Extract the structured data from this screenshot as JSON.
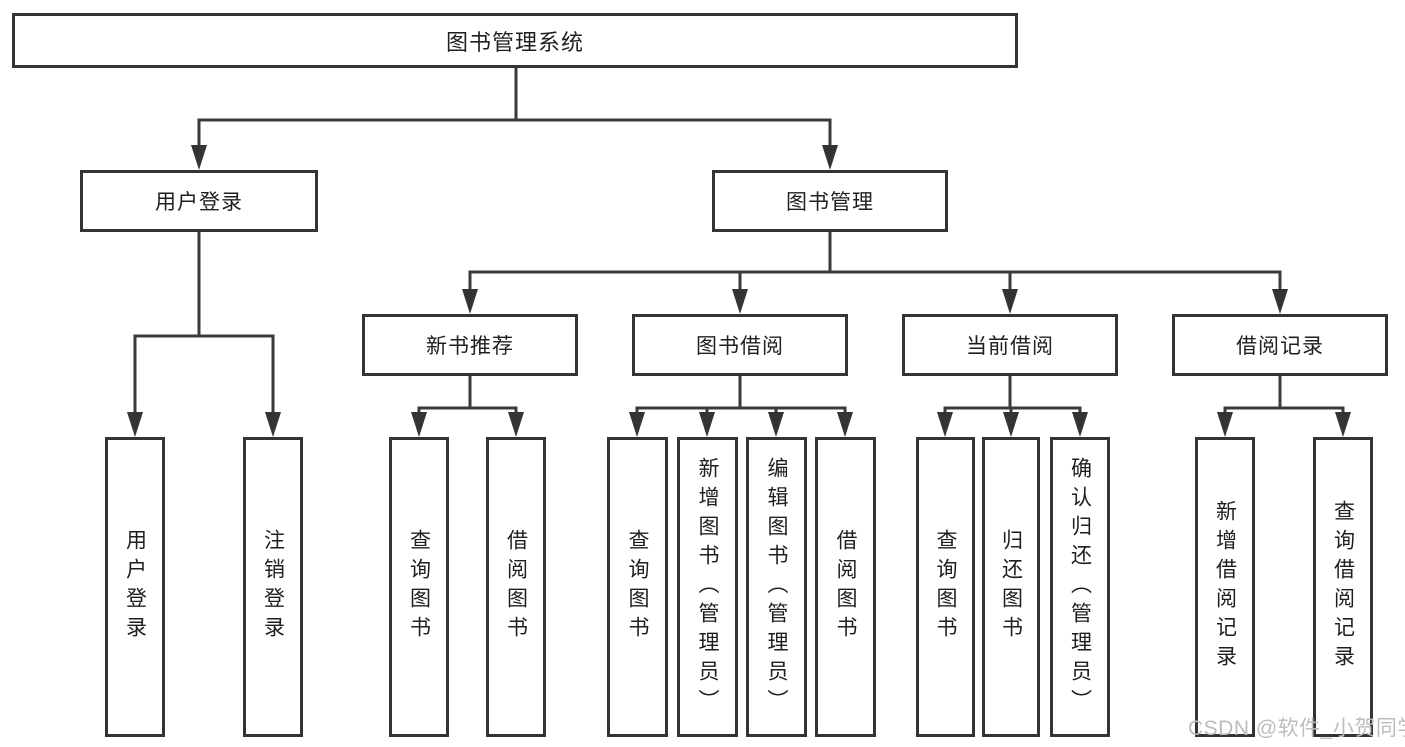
{
  "diagram": {
    "type": "tree",
    "title": "图书管理系统",
    "colors": {
      "background": "#ffffff",
      "line": "#3a3a3a",
      "box_border": "#343434",
      "text": "#1f1f1f",
      "watermark_text": "#bdbdbd"
    },
    "tree": {
      "label": "图书管理系统",
      "children": [
        {
          "label": "用户登录",
          "children": [
            {
              "label": "用户登录"
            },
            {
              "label": "注销登录"
            }
          ]
        },
        {
          "label": "图书管理",
          "children": [
            {
              "label": "新书推荐",
              "children": [
                {
                  "label": "查询图书"
                },
                {
                  "label": "借阅图书"
                }
              ]
            },
            {
              "label": "图书借阅",
              "children": [
                {
                  "label": "查询图书"
                },
                {
                  "label": "新增图书（管理员）"
                },
                {
                  "label": "编辑图书（管理员）"
                },
                {
                  "label": "借阅图书"
                }
              ]
            },
            {
              "label": "当前借阅",
              "children": [
                {
                  "label": "查询图书"
                },
                {
                  "label": "归还图书"
                },
                {
                  "label": "确认归还（管理员）"
                }
              ]
            },
            {
              "label": "借阅记录",
              "children": [
                {
                  "label": "新增借阅记录"
                },
                {
                  "label": "查询借阅记录"
                }
              ]
            }
          ]
        }
      ]
    },
    "watermark": "CSDN @软件_小贺同学"
  }
}
